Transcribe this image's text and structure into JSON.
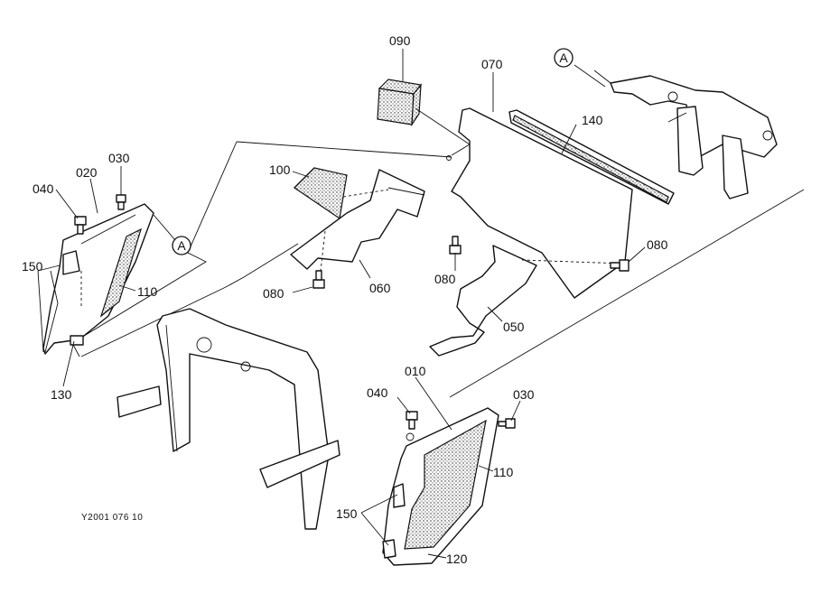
{
  "callouts": {
    "c090": "090",
    "c070": "070",
    "c140": "140",
    "c100": "100",
    "c030_top": "030",
    "c020": "020",
    "c040_top": "040",
    "c150_left": "150",
    "c110_left": "110",
    "c080_left": "080",
    "c060": "060",
    "c080_mid": "080",
    "c050": "050",
    "c080_right": "080",
    "c130": "130",
    "c010": "010",
    "c040_bottom": "040",
    "c030_bottom": "030",
    "c110_right": "110",
    "c150_right": "150",
    "c120": "120"
  },
  "reference_marks": {
    "ref_a_top": "A",
    "ref_a_left": "A"
  },
  "drawing_code": "Y2001 076 10"
}
